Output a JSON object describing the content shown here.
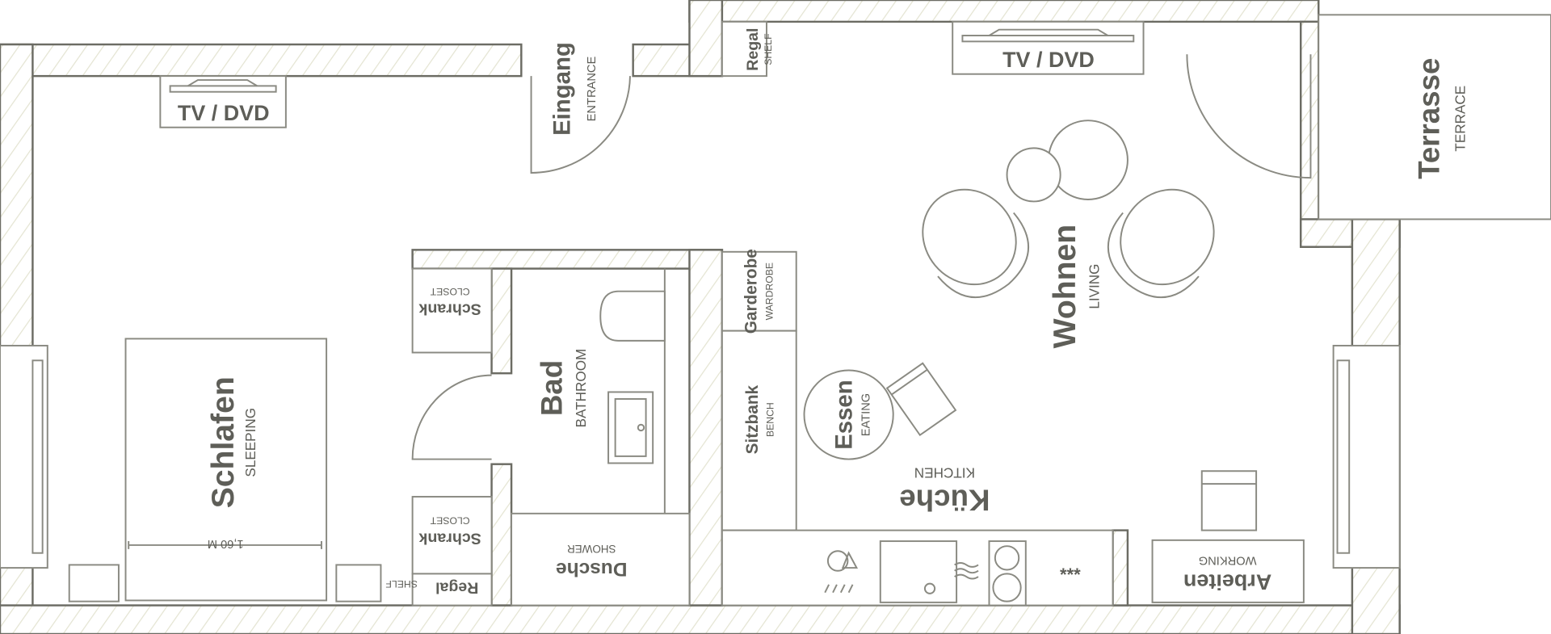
{
  "colors": {
    "wall": "#6c6c64",
    "hatch": "#e4e4d2",
    "text": "#5e5e58"
  },
  "labels": {
    "tv_left": "TV / DVD",
    "tv_right": "TV / DVD",
    "entrance_de": "Eingang",
    "entrance_en": "ENTRANCE",
    "shelf_top_de": "Regal",
    "shelf_top_en": "SHELF",
    "terrace_de": "Terrasse",
    "terrace_en": "TERRACE",
    "living_de": "Wohnen",
    "living_en": "LIVING",
    "wardrobe_de": "Garderobe",
    "wardrobe_en": "WARDROBE",
    "closet_top_de": "Schrank",
    "closet_top_en": "CLOSET",
    "bath_de": "Bad",
    "bath_en": "BATHROOM",
    "sleeping_de": "Schlafen",
    "sleeping_en": "SLEEPING",
    "bed_width": "1,60 M",
    "bench_de": "Sitzbank",
    "bench_en": "BENCH",
    "eating_de": "Essen",
    "eating_en": "EATING",
    "kitchen_de": "Küche",
    "kitchen_en": "KITCHEN",
    "closet_bottom_de": "Schrank",
    "closet_bottom_en": "CLOSET",
    "shower_de": "Dusche",
    "shower_en": "SHOWER",
    "shelf_bottom_de": "Regal",
    "shelf_bottom_en": "SHELF",
    "working_de": "Arbeiten",
    "working_en": "WORKING",
    "fridge_marker": "***"
  }
}
